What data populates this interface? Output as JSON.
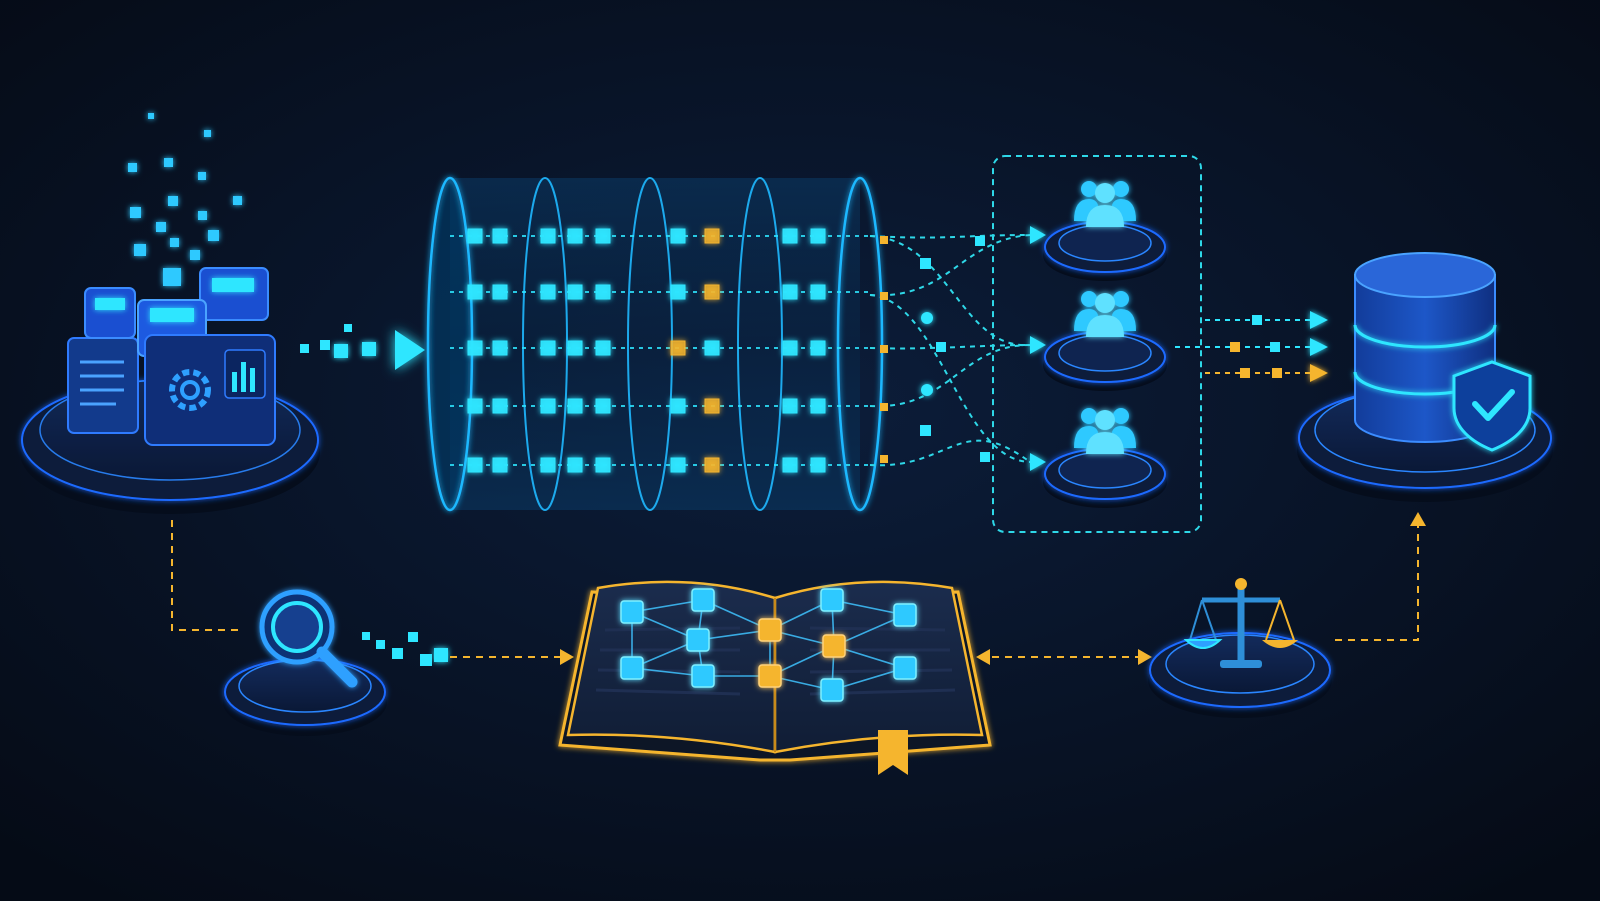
{
  "diagram": {
    "nodes": [
      {
        "id": "data-source",
        "icon": "server-stack-icon"
      },
      {
        "id": "pipeline",
        "icon": "cylinder-pipeline-icon"
      },
      {
        "id": "group-1",
        "icon": "users-icon"
      },
      {
        "id": "group-2",
        "icon": "users-icon"
      },
      {
        "id": "group-3",
        "icon": "users-icon"
      },
      {
        "id": "secure-database",
        "icon": "database-shield-icon"
      },
      {
        "id": "search",
        "icon": "magnifier-icon"
      },
      {
        "id": "knowledge-book",
        "icon": "open-book-graph-icon"
      },
      {
        "id": "governance",
        "icon": "balance-scale-icon"
      }
    ],
    "edges": [
      {
        "from": "data-source",
        "to": "pipeline",
        "style": "dotted-cyan"
      },
      {
        "from": "pipeline",
        "to": "group-1",
        "style": "dashed-cyan"
      },
      {
        "from": "pipeline",
        "to": "group-2",
        "style": "dashed-cyan"
      },
      {
        "from": "pipeline",
        "to": "group-3",
        "style": "dashed-cyan"
      },
      {
        "from": "group-2",
        "to": "secure-database",
        "style": "dashed-cyan-gold"
      },
      {
        "from": "data-source",
        "to": "search",
        "style": "dashed-gold"
      },
      {
        "from": "search",
        "to": "knowledge-book",
        "style": "dashed-gold"
      },
      {
        "from": "knowledge-book",
        "to": "governance",
        "style": "dashed-gold-bidirectional"
      },
      {
        "from": "governance",
        "to": "secure-database",
        "style": "dashed-gold"
      }
    ],
    "pipeline_lanes": 5,
    "pipeline_segments": 4
  },
  "colors": {
    "background": "#07111f",
    "cyan": "#2ee6ff",
    "cyan_soft": "#18b4e8",
    "blue": "#1a4fd1",
    "gold": "#f5b52e",
    "panel": "#0d2352"
  }
}
